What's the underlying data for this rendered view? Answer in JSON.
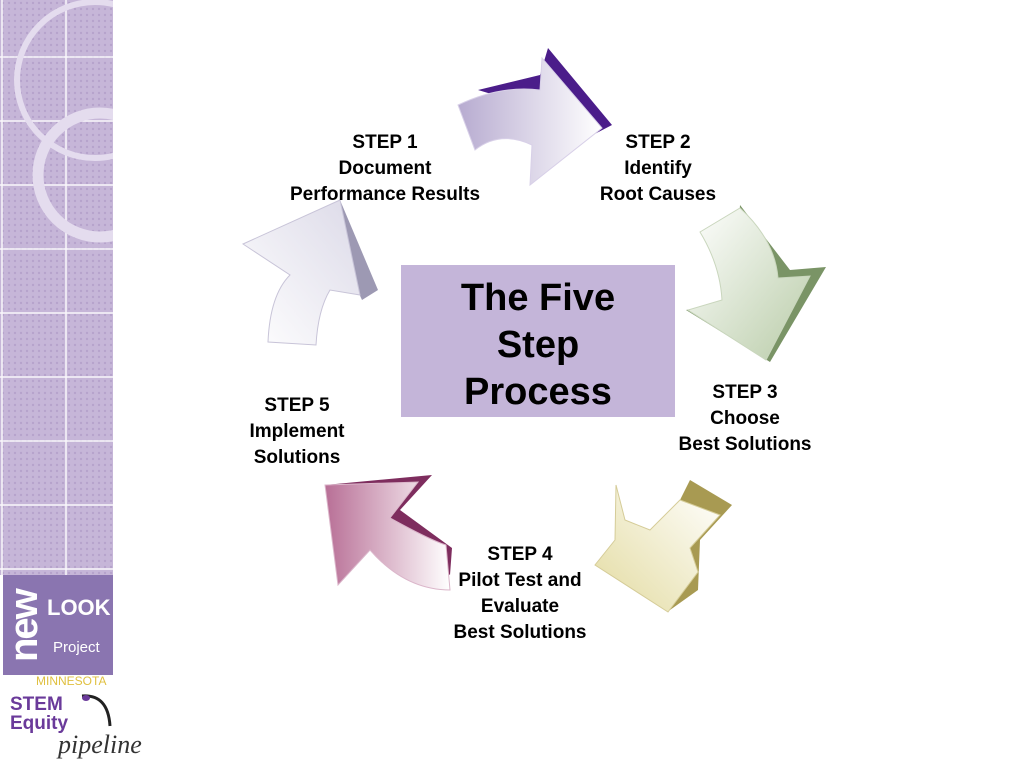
{
  "title": "The Five Step Process",
  "title_lines": [
    "The Five",
    "Step",
    "Process"
  ],
  "steps": [
    {
      "heading": "STEP 1",
      "lines": [
        "Document",
        "Performance Results"
      ]
    },
    {
      "heading": "STEP 2",
      "lines": [
        "Identify",
        "Root Causes"
      ]
    },
    {
      "heading": "STEP 3",
      "lines": [
        "Choose",
        "Best Solutions"
      ]
    },
    {
      "heading": "STEP 4",
      "lines": [
        "Pilot Test and",
        "Evaluate",
        "Best Solutions"
      ]
    },
    {
      "heading": "STEP 5",
      "lines": [
        "Implement",
        "Solutions"
      ]
    }
  ],
  "logo": {
    "new": "new",
    "look": "LOOK",
    "project": "Project",
    "state": "MINNESOTA",
    "stem_line1": "STEM",
    "stem_line2": "Equity",
    "pipeline": "pipeline"
  },
  "colors": {
    "sidebar": "#c6b6d8",
    "center_box": "#c4b5d9",
    "arrow1": "#4b1d8a",
    "arrow2": "#7a9466",
    "arrow3": "#a89a52",
    "arrow4": "#7e2d5e",
    "arrow5": "#9d99b3"
  }
}
